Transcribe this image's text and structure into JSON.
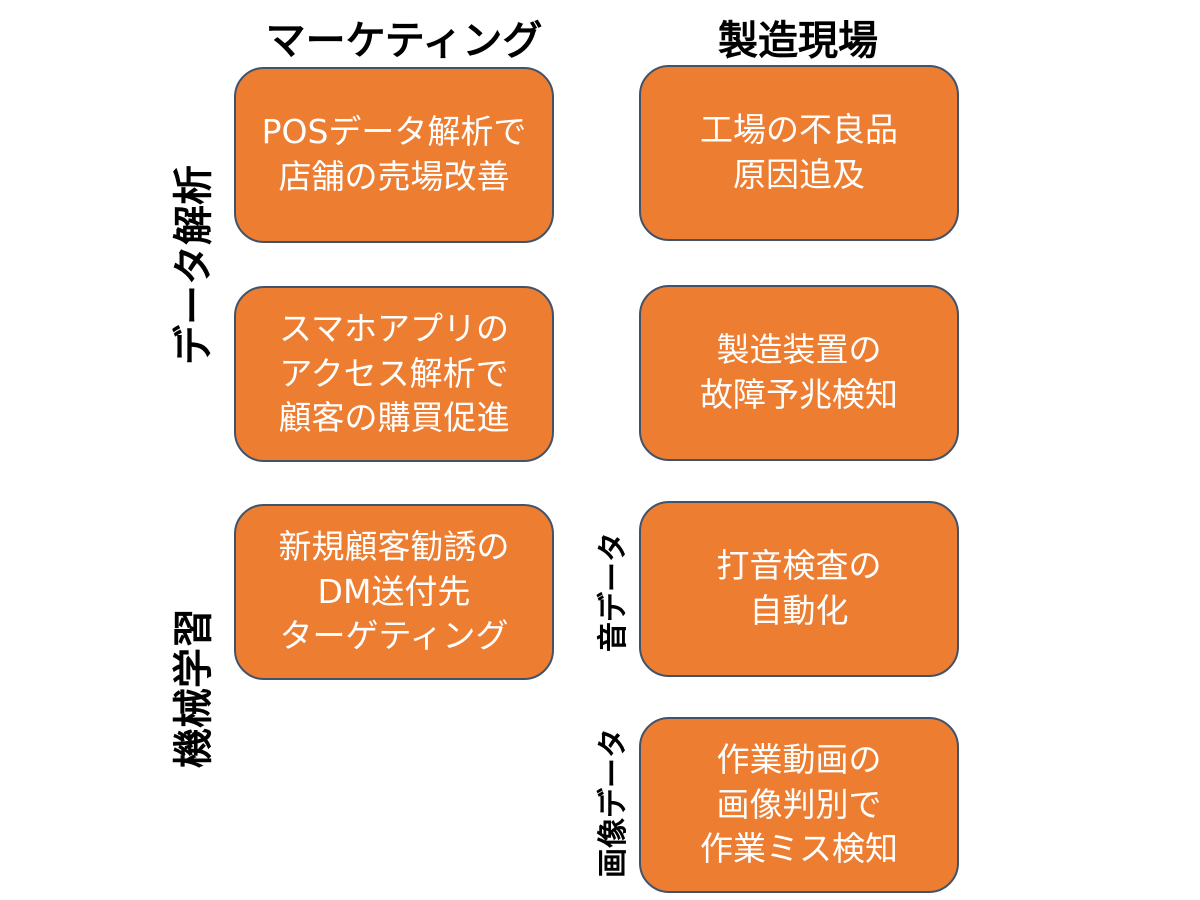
{
  "columns": {
    "marketing": "マーケティング",
    "manufacturing": "製造現場"
  },
  "row_labels": {
    "data_analysis": "データ解析",
    "machine_learning": "機械学習",
    "sound_data": "音データ",
    "image_data": "画像データ"
  },
  "marketing_boxes": [
    "POSデータ解析で\n店舗の売場改善",
    "スマホアプリの\nアクセス解析で\n顧客の購買促進",
    "新規顧客勧誘の\nDM送付先\nターゲティング"
  ],
  "manufacturing_boxes": [
    "工場の不良品\n原因追及",
    "製造装置の\n故障予兆検知",
    "打音検査の\n自動化",
    "作業動画の\n画像判別で\n作業ミス検知"
  ],
  "colors": {
    "box_fill": "#ED7D31",
    "box_border": "#41536B",
    "box_text": "#FFFFFF"
  }
}
